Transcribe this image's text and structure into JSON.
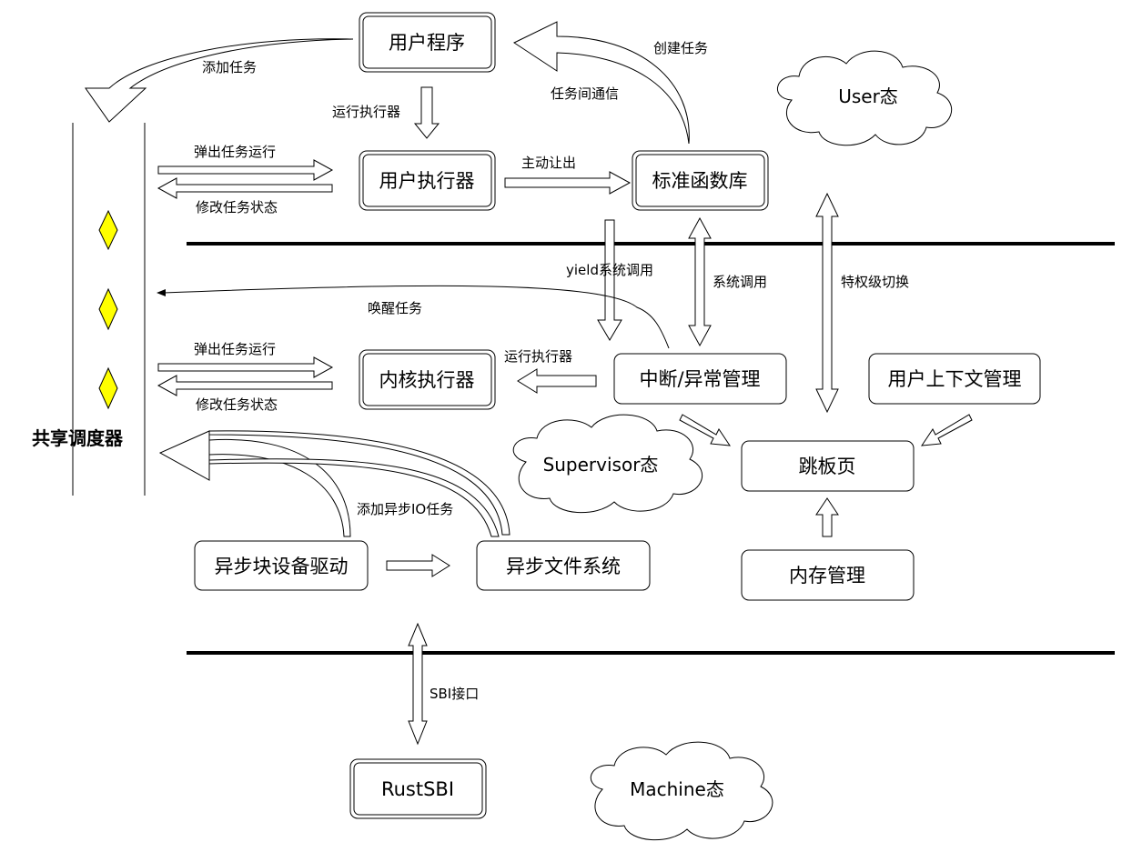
{
  "nodes": {
    "user_program": "用户程序",
    "user_executor": "用户执行器",
    "std_lib": "标准函数库",
    "kernel_executor": "内核执行器",
    "interrupt_mgmt": "中断/异常管理",
    "user_context_mgmt": "用户上下文管理",
    "trampoline": "跳板页",
    "memory_mgmt": "内存管理",
    "async_block_driver": "异步块设备驱动",
    "async_fs": "异步文件系统",
    "rustsbi": "RustSBI"
  },
  "clouds": {
    "user": "User态",
    "supervisor": "Supervisor态",
    "machine": "Machine态"
  },
  "scheduler": {
    "label": "共享调度器"
  },
  "edges": {
    "add_task": "添加任务",
    "create_task": "创建任务",
    "task_comm": "任务间通信",
    "run_executor_top": "运行执行器",
    "pop_run_top": "弹出任务运行",
    "modify_state_top": "修改任务状态",
    "yield_voluntary": "主动让出",
    "yield_syscall": "yield系统调用",
    "syscall": "系统调用",
    "priv_switch": "特权级切换",
    "wake_task": "唤醒任务",
    "pop_run_bottom": "弹出任务运行",
    "modify_state_bottom": "修改任务状态",
    "run_executor_bottom": "运行执行器",
    "add_async_io": "添加异步IO任务",
    "sbi_interface": "SBI接口"
  },
  "colors": {
    "diamond": "#ffff00",
    "stroke": "#000000"
  }
}
